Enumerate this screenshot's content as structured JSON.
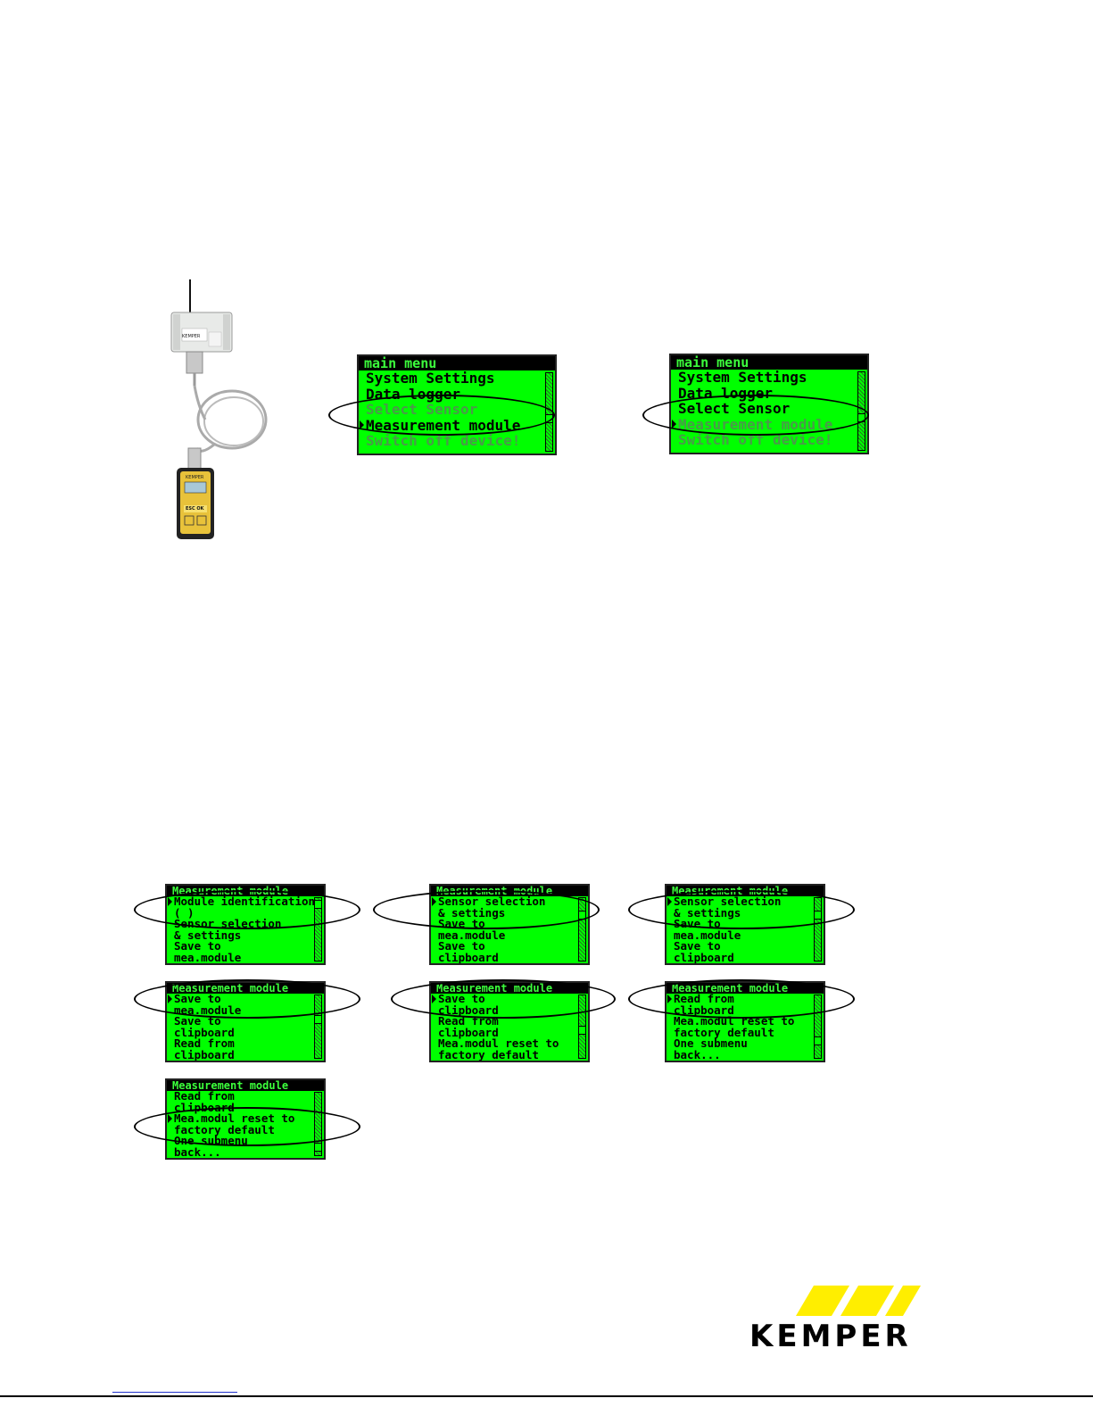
{
  "main_menu_screens": [
    {
      "title": "main menu",
      "items": [
        {
          "label": "System Settings",
          "state": "normal"
        },
        {
          "label": "Data logger",
          "state": "normal"
        },
        {
          "label": "Select Sensor",
          "state": "dim"
        },
        {
          "label": "Measurement module",
          "state": "selected"
        },
        {
          "label": "Switch off device!",
          "state": "dim"
        }
      ]
    },
    {
      "title": "main menu",
      "items": [
        {
          "label": "System Settings",
          "state": "normal"
        },
        {
          "label": "Data logger",
          "state": "normal"
        },
        {
          "label": "Select Sensor",
          "state": "normal"
        },
        {
          "label": "Measurement module",
          "state": "dim-selected"
        },
        {
          "label": "Switch off device!",
          "state": "dim"
        }
      ]
    }
  ],
  "submenu_screens": [
    {
      "title": "Measurement module",
      "lines": [
        "Module identification",
        "(                   )",
        "Sensor selection",
        "& settings",
        "Save to",
        "mea.module"
      ]
    },
    {
      "title": "Measurement module",
      "lines": [
        "Sensor selection",
        "& settings",
        "Save to",
        "mea.module",
        "Save to",
        "clipboard"
      ]
    },
    {
      "title": "Measurement module",
      "lines": [
        "Sensor selection",
        "& settings",
        "Save to",
        "mea.module",
        "Save to",
        "clipboard"
      ]
    },
    {
      "title": "Measurement module",
      "lines": [
        "Save to",
        "mea.module",
        "Save to",
        "clipboard",
        "Read from",
        "clipboard"
      ]
    },
    {
      "title": "Measurement module",
      "lines": [
        "Save to",
        "clipboard",
        "Read from",
        "clipboard",
        "Mea.modul reset to",
        "factory default"
      ]
    },
    {
      "title": "Measurement module",
      "lines": [
        "Read from",
        "clipboard",
        "Mea.modul reset to",
        "factory default",
        "One submenu",
        "back..."
      ]
    },
    {
      "title": "Measurement module",
      "lines": [
        "Read from",
        "clipboard",
        "Mea.modul reset to",
        "factory default",
        "One submenu",
        "back..."
      ]
    }
  ],
  "device": {
    "module_brand": "KEMPER",
    "handheld_brand": "KEMPER",
    "handheld_label": "ESC OK"
  },
  "logo": {
    "text": "KEMPER",
    "stripe_color": "#ffee00"
  },
  "colors": {
    "lcd_bg": "#00ff00",
    "lcd_header": "#000000"
  }
}
